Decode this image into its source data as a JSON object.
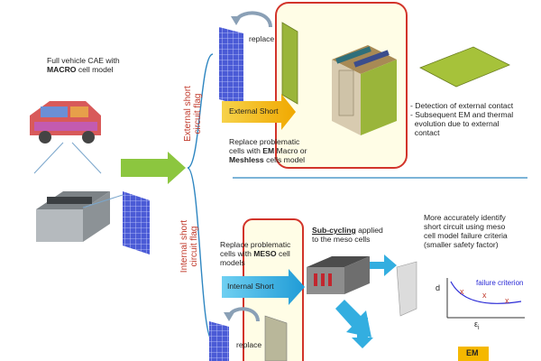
{
  "left": {
    "line1": "Full vehicle CAE with",
    "macro": "MACRO",
    "cell_model": " cell model"
  },
  "external": {
    "flag_line1": "External short",
    "flag_line2": "circuit flag",
    "replace_label": "replace",
    "arrow_label": "External Short",
    "desc_l1": "Replace problematic",
    "desc_l2_a": "cells with ",
    "desc_l2_b": "EM",
    "desc_l2_c": " Macro or",
    "desc_l3_a": "Meshless",
    "desc_l3_b": " cells model",
    "bullet1": "- Detection of external contact",
    "bullet2a": "- Subsequent EM and thermal",
    "bullet2b": "  evolution due to external",
    "bullet2c": "  contact"
  },
  "internal": {
    "flag_line1": "Internal short",
    "flag_line2": "circuit flag",
    "desc_l1": "Replace problematic",
    "desc_l2_a": "cells with ",
    "desc_l2_b": "MESO",
    "desc_l2_c": " cell",
    "desc_l3": "models",
    "arrow_label": "Internal Short",
    "sub_b": "Sub-cycling",
    "sub_rest": " applied",
    "sub_l2": "to the meso cells",
    "more_l1": "More accurately identify",
    "more_l2": "short circuit using meso",
    "more_l3": "cell model failure criteria",
    "more_l4": "(smaller safety factor)",
    "failure_label": "failure criterion",
    "axis_d": "d",
    "axis_eps": "ε",
    "axis_eps_sub": "i",
    "replace_label": "replace",
    "em_label": "EM"
  },
  "colors": {
    "highlight": "#fffde6",
    "highlight_border": "#d2342a",
    "arrow_yellow": "#f5b800",
    "arrow_blue": "#33aee0",
    "arrow_green": "#8cc63f",
    "grid_blue": "#4b5bd6",
    "divider": "#2e86c1",
    "flag_red": "#c0392b"
  }
}
